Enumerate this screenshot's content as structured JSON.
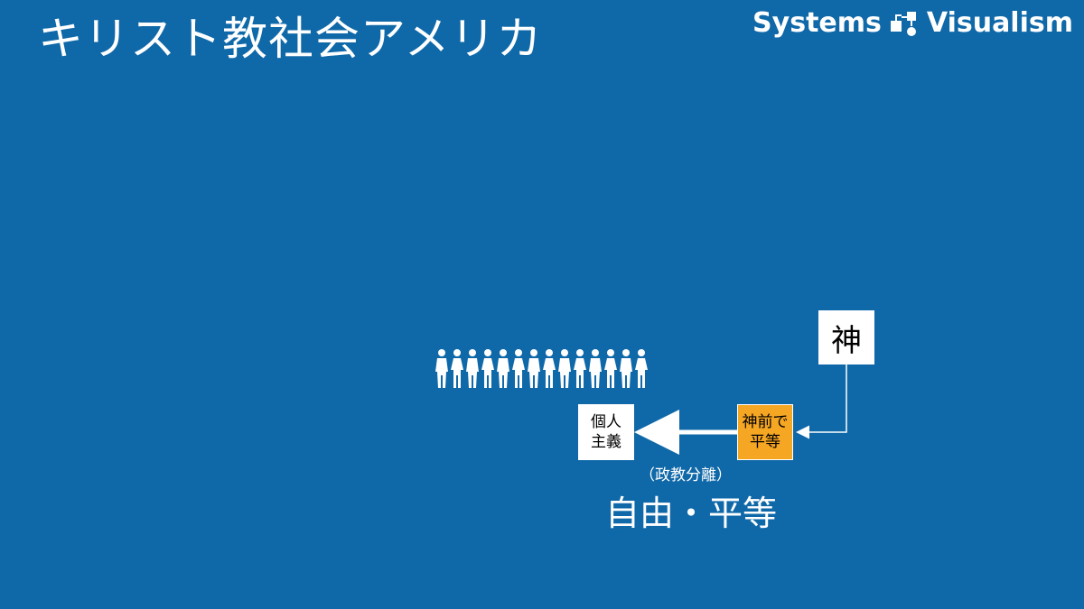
{
  "title": "キリスト教社会アメリカ",
  "brand": {
    "left_word": "Systems",
    "right_word": "Visualism",
    "logo_icon": "systems-flow-icon"
  },
  "diagram": {
    "god": "神",
    "equal_before_god": {
      "line1": "神前で",
      "line2": "平等"
    },
    "individualism": {
      "line1": "個人",
      "line2": "主義"
    },
    "note": "（政教分離）",
    "outcome": "自由・平等",
    "people_count": 14,
    "colors": {
      "background": "#0f68a8",
      "highlight": "#f5a623",
      "box": "#ffffff"
    }
  }
}
